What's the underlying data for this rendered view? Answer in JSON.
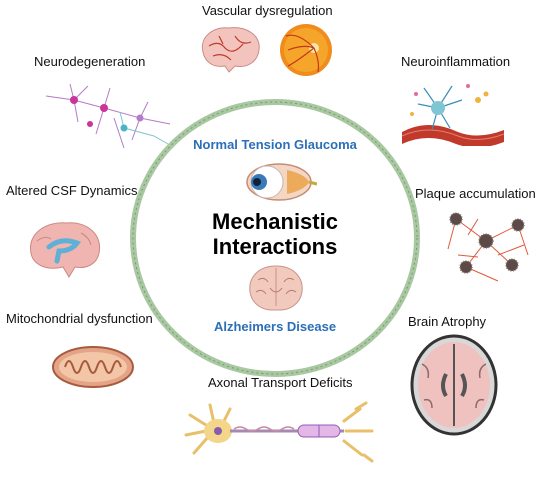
{
  "center": {
    "top_label": "Normal Tension Glaucoma",
    "title_line1": "Mechanistic",
    "title_line2": "Interactions",
    "bottom_label": "Alzheimers Disease"
  },
  "factors": [
    "Vascular dysregulation",
    "Neurodegeneration",
    "Neuroinflammation",
    "Altered CSF Dynamics",
    "Plaque accumulation",
    "Mitochondrial dysfunction",
    "Brain Atrophy",
    "Axonal Transport Deficits"
  ],
  "colors": {
    "circle": "#8fb889",
    "accent_blue": "#2b6fb8",
    "text": "#111111"
  }
}
